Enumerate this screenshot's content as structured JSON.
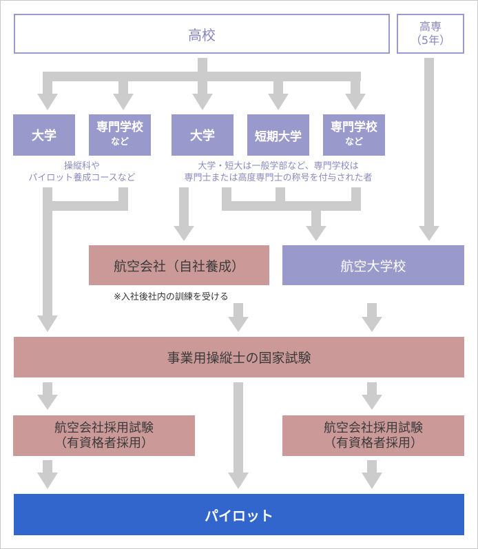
{
  "colors": {
    "outline": "#9999cc",
    "purple": "#9999cc",
    "pink": "#cc9999",
    "blue": "#3366cc",
    "arrow": "#cccccc"
  },
  "top": {
    "high_school": "高校",
    "kosen_line1": "高専",
    "kosen_line2": "（5年）"
  },
  "row": {
    "univ_a": "大学",
    "senmon_a_line1": "専門学校",
    "senmon_a_line2": "など",
    "univ_b": "大学",
    "junior": "短期大学",
    "senmon_b_line1": "専門学校",
    "senmon_b_line2": "など"
  },
  "captions": {
    "left_line1": "操縦科や",
    "left_line2": "パイロット養成コースなど",
    "right_line1": "大学・短大は一般学部など、専門学校は",
    "right_line2": "専門士または高度専門士の称号を付与された者"
  },
  "airline_training": "航空会社（自社養成）",
  "airline_note": "※入社後社内の訓練を受ける",
  "aviation_college": "航空大学校",
  "national_exam": "事業用操縦士の国家試験",
  "hire_left_line1": "航空会社採用試験",
  "hire_left_line2": "（有資格者採用）",
  "hire_right_line1": "航空会社採用試験",
  "hire_right_line2": "（有資格者採用）",
  "pilot": "パイロット"
}
